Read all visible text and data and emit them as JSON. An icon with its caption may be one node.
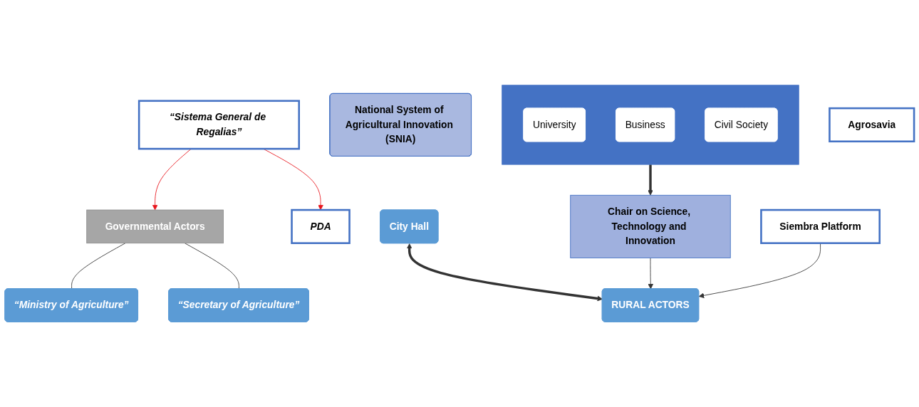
{
  "diagram": {
    "nodes": [
      {
        "text": [
          "National System of Agricultural Innovation (SNIA)"
        ]
      },
      {
        "text": [
          "“Sistema General de Regalias”"
        ]
      },
      {
        "text": [
          "Governmental Actors"
        ]
      },
      {
        "text": [
          "“Ministry of Agriculture”"
        ]
      },
      {
        "text": [
          "“Secretary of Agriculture”"
        ]
      },
      {
        "text": [
          "PDA"
        ]
      },
      {
        "text": [
          "Siembra Platform"
        ]
      },
      {
        "text": [
          "Chair on Science, Technology and Innovation"
        ]
      },
      {
        "text": [
          "City Hall"
        ]
      },
      {
        "text": [],
        "shape": "box"
      },
      {
        "text": [
          "University"
        ],
        "in": 9
      },
      {
        "text": [
          "Business"
        ],
        "in": 9
      },
      {
        "text": [
          "Civil Society"
        ],
        "in": 9
      },
      {
        "text": [
          "Agrosavia"
        ]
      },
      {
        "text": [
          "RURAL ACTORS"
        ]
      }
    ],
    "edges": [
      {
        "from": 1,
        "to": 2,
        "arrow": "to",
        "color": "#e8141b"
      },
      {
        "from": 1,
        "to": 5,
        "arrow": "to",
        "color": "#e8141b"
      },
      {
        "from": 2,
        "to": 3,
        "arrow": "none"
      },
      {
        "from": 2,
        "to": 4,
        "arrow": "none"
      },
      {
        "from": 6,
        "to": 14,
        "arrow": "to"
      },
      {
        "from": 7,
        "to": 14,
        "arrow": "to"
      },
      {
        "from": 9,
        "to": 7,
        "arrow": "to",
        "style": "thick"
      },
      {
        "from": 8,
        "to": 14,
        "arrow": "both",
        "style": "thick"
      }
    ]
  }
}
